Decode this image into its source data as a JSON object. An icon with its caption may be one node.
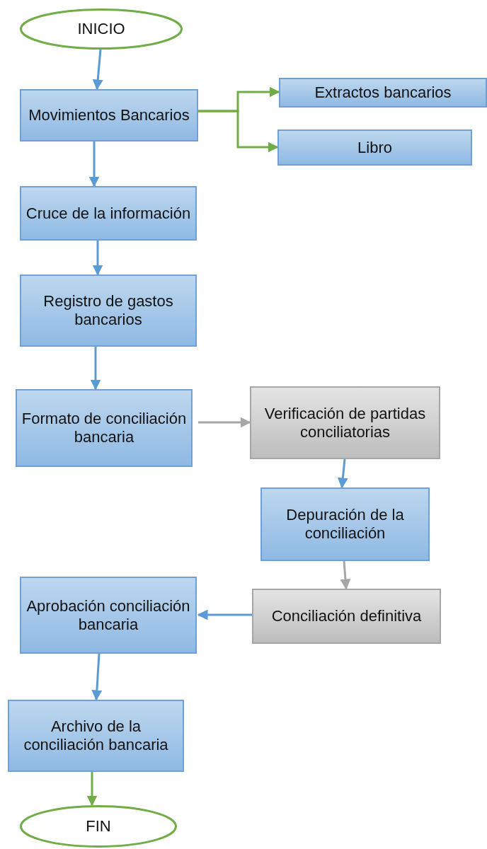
{
  "diagram": {
    "nodes": [
      {
        "text": [
          "INICIO"
        ]
      },
      {
        "text": [
          "Movimientos Bancarios"
        ]
      },
      {
        "text": [
          "Extractos bancarios"
        ]
      },
      {
        "text": [
          "Libro"
        ]
      },
      {
        "text": [
          "Cruce de la información"
        ]
      },
      {
        "text": [
          "Registro de gastos bancarios"
        ]
      },
      {
        "text": [
          "Formato de conciliación bancaria"
        ]
      },
      {
        "text": [
          "Verificación de partidas conciliatorias"
        ]
      },
      {
        "text": [
          "Depuración de la conciliación"
        ]
      },
      {
        "text": [
          "Conciliación definitiva"
        ]
      },
      {
        "text": [
          "Aprobación conciliación bancaria"
        ]
      },
      {
        "text": [
          "Archivo de la conciliación bancaria"
        ]
      },
      {
        "text": [
          "FIN"
        ]
      }
    ],
    "edges": [
      {
        "from": 0,
        "to": 1,
        "arrow": "to"
      },
      {
        "from": 1,
        "to": 2,
        "arrow": "to",
        "color": "#70ad47"
      },
      {
        "from": 1,
        "to": 3,
        "arrow": "to",
        "color": "#70ad47"
      },
      {
        "from": 1,
        "to": 4,
        "arrow": "to"
      },
      {
        "from": 4,
        "to": 5,
        "arrow": "to"
      },
      {
        "from": 5,
        "to": 6,
        "arrow": "to"
      },
      {
        "from": 6,
        "to": 7,
        "arrow": "to",
        "color": "#a6a6a6"
      },
      {
        "from": 7,
        "to": 8,
        "arrow": "to"
      },
      {
        "from": 8,
        "to": 9,
        "arrow": "to",
        "color": "#a6a6a6"
      },
      {
        "from": 9,
        "to": 10,
        "arrow": "to"
      },
      {
        "from": 10,
        "to": 11,
        "arrow": "to"
      },
      {
        "from": 11,
        "to": 12,
        "arrow": "to",
        "color": "#70ad47"
      }
    ]
  }
}
